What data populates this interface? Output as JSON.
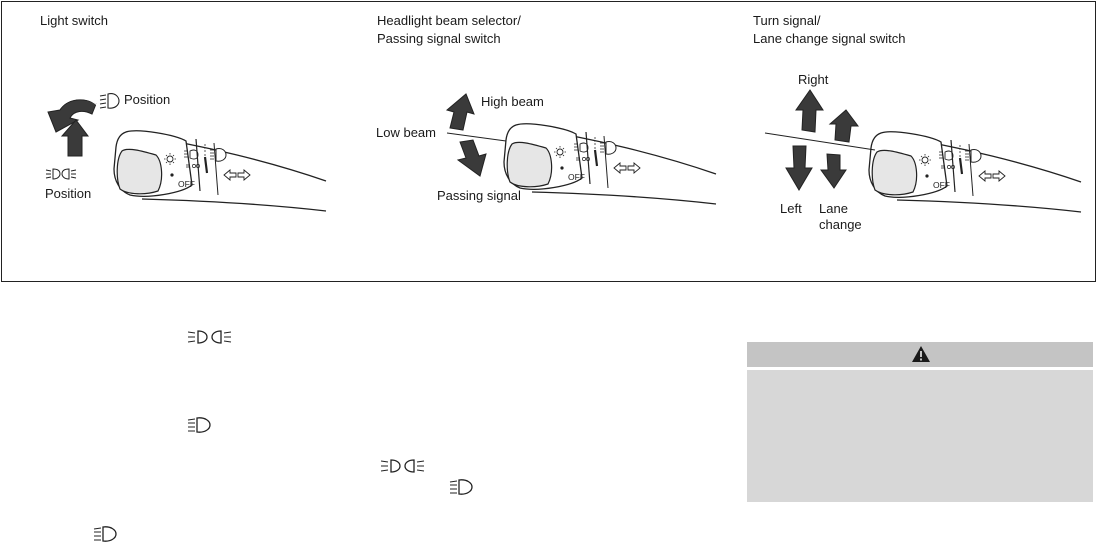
{
  "figure": {
    "panels": [
      {
        "title": "Light switch",
        "callouts": {
          "position_upper": "Position",
          "position_lower": "Position"
        }
      },
      {
        "title": "Headlight beam selector/\nPassing signal switch",
        "callouts": {
          "high_beam": "High beam",
          "low_beam": "Low beam",
          "passing_signal": "Passing signal"
        }
      },
      {
        "title": "Turn signal/\nLane change signal switch",
        "callouts": {
          "right": "Right",
          "left": "Left",
          "lane_change": "Lane\nchange"
        }
      }
    ],
    "stalk_label_off": "OFF"
  },
  "body_icons": [
    "parking-light-icon",
    "headlight-icon",
    "parking-light-icon",
    "headlight-icon",
    "headlight-icon"
  ],
  "warning": {
    "icon": "warning-triangle-icon"
  },
  "colors": {
    "warning_header": "#c4c4c4",
    "warning_body": "#d7d7d7",
    "arrow_fill": "#3a3a3a"
  }
}
